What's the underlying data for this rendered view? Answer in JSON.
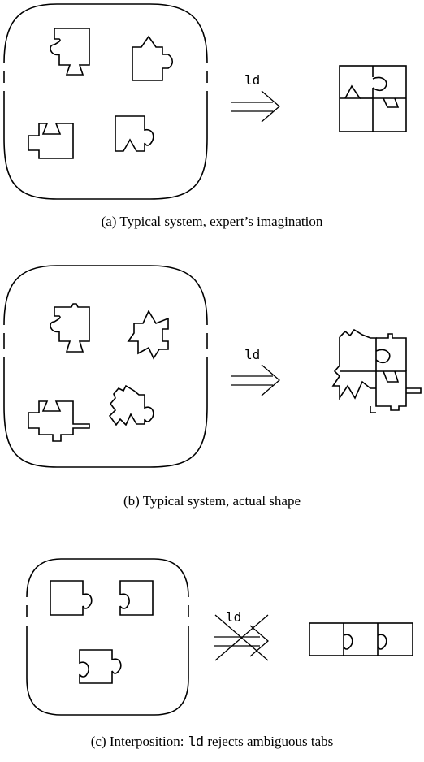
{
  "panels": [
    {
      "arrow_label": "ld",
      "caption": "(a) Typical system, expert’s imagination"
    },
    {
      "arrow_label": "ld",
      "caption": "(b) Typical system, actual shape"
    },
    {
      "arrow_label": "ld",
      "caption_prefix": "(c) Interposition: ",
      "caption_code": "ld",
      "caption_suffix": " rejects ambiguous tabs",
      "arrow_crossed_out": true
    }
  ]
}
